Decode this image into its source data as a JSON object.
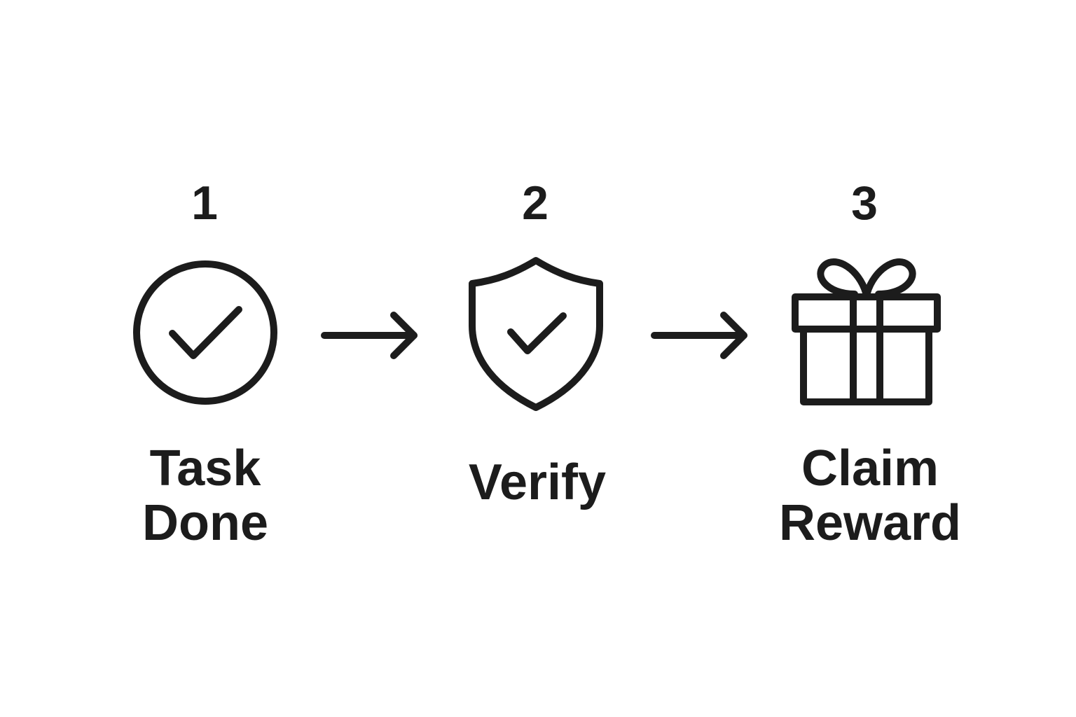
{
  "steps": [
    {
      "number": "1",
      "label": "Task\nDone",
      "icon": "check-circle-icon"
    },
    {
      "number": "2",
      "label": "Verify",
      "icon": "shield-check-icon"
    },
    {
      "number": "3",
      "label": "Claim\nReward",
      "icon": "gift-icon"
    }
  ],
  "connectors": [
    {
      "icon": "arrow-right-icon"
    },
    {
      "icon": "arrow-right-icon"
    }
  ],
  "colors": {
    "ink": "#1c1c1c",
    "background": "#ffffff"
  }
}
